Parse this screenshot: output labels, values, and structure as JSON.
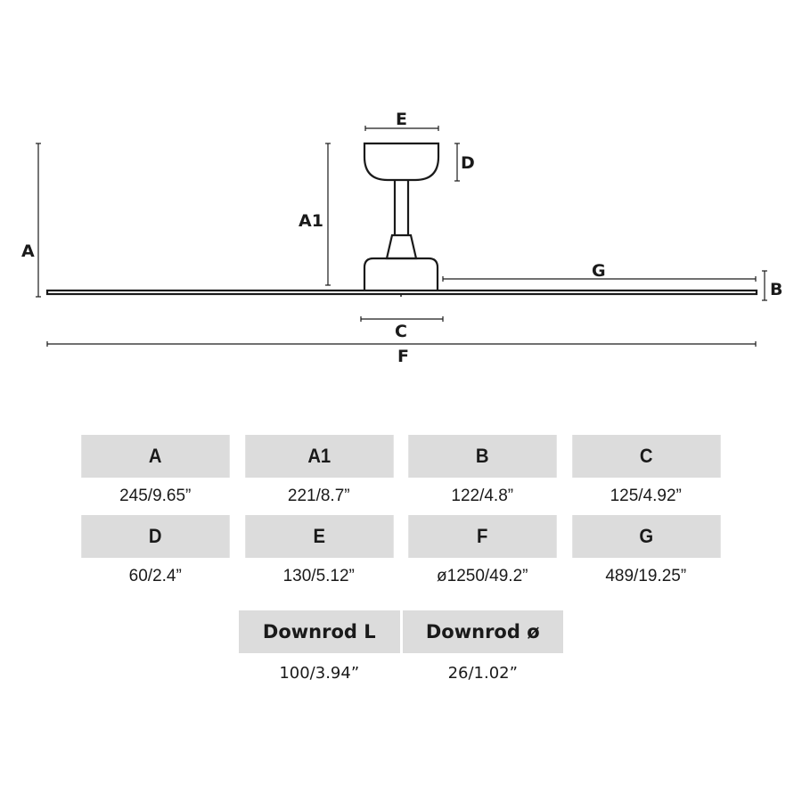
{
  "diagram": {
    "title": "Ceiling fan dimensions diagram",
    "labels": {
      "A": "A",
      "A1": "A1",
      "B": "B",
      "C": "C",
      "D": "D",
      "E": "E",
      "F": "F",
      "G": "G"
    }
  },
  "specs": {
    "row1": {
      "headers": [
        "A",
        "A1",
        "B",
        "C"
      ],
      "values": [
        "245/9.65”",
        "221/8.7”",
        "122/4.8”",
        "125/4.92”"
      ]
    },
    "row2": {
      "headers": [
        "D",
        "E",
        "F",
        "G"
      ],
      "values": [
        "60/2.4”",
        "130/5.12”",
        "ø1250/49.2”",
        "489/19.25”"
      ]
    },
    "downrod": {
      "headers": [
        "Downrod L",
        "Downrod ø"
      ],
      "values": [
        "100/3.94”",
        "26/1.02”"
      ]
    }
  }
}
